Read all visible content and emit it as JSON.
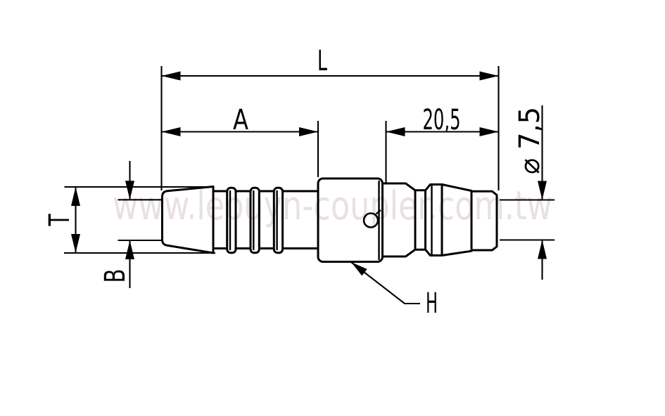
{
  "drawing": {
    "type": "engineering-dimension-drawing",
    "subject": "quick-coupler plug with hose barb tail",
    "colors": {
      "line": "#000000",
      "background": "#ffffff",
      "watermark": "#e9e0e0"
    },
    "dimensions": {
      "total_length": {
        "label": "L"
      },
      "tail_section_length": {
        "label": "A"
      },
      "plug_section_length": {
        "label": "20,5"
      },
      "tip_diameter": {
        "label": "⌀ 7,5"
      },
      "tail_outer_diameter": {
        "label": "T"
      },
      "tail_bore_diameter": {
        "label": "B"
      },
      "body_callout": {
        "label": "H"
      }
    },
    "watermark": {
      "text": "www.leouyn-coupler.com.tw"
    }
  }
}
